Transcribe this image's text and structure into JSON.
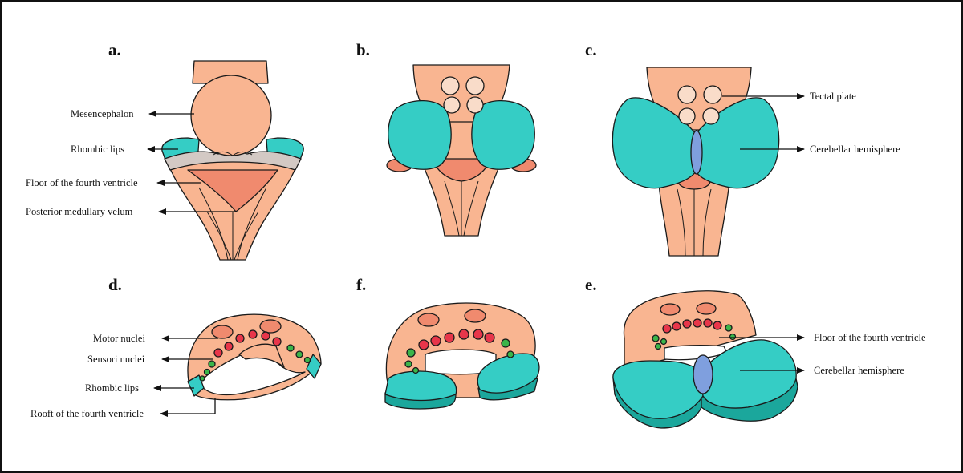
{
  "panels": {
    "a": "a.",
    "b": "b.",
    "c": "c.",
    "d": "d.",
    "f": "f.",
    "e": "e."
  },
  "labels": {
    "a": [
      "Mesencephalon",
      "Rhombic lips",
      "Floor of the fourth ventricle",
      "Posterior medullary velum"
    ],
    "c": [
      "Tectal plate",
      "Cerebellar hemisphere"
    ],
    "d": [
      "Motor nuclei",
      "Sensori nuclei",
      "Rhombic lips",
      "Rooft of the fourth ventricle"
    ],
    "e": [
      "Floor of the fourth ventricle",
      "Cerebellar hemisphere"
    ]
  },
  "colors": {
    "tissue": "#f9b591",
    "tissue_dark": "#f08a6e",
    "cerebellum": "#35cdc5",
    "cerebellum_dark": "#1ba79c",
    "tectal": "#f9dcc9",
    "motor_nuclei": "#e8364a",
    "sensory_nuclei": "#3bb54a",
    "midline": "#7f9fde",
    "floor_band": "#d3c9c4"
  }
}
